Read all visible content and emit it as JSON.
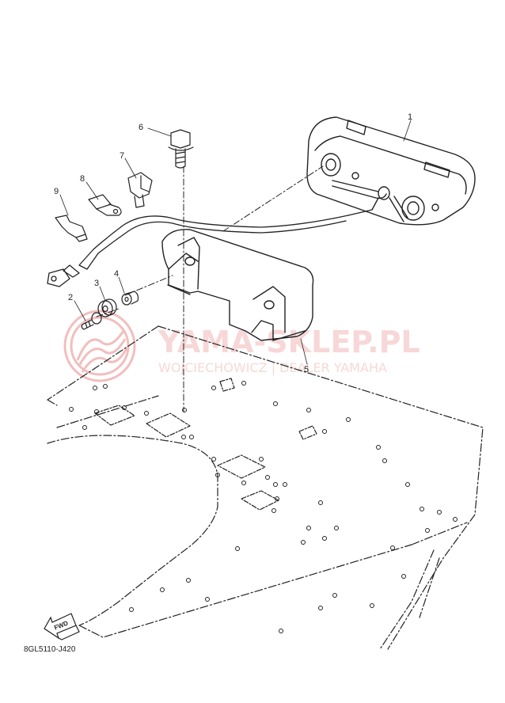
{
  "diagram": {
    "part_labels": [
      {
        "id": "p1",
        "text": "1"
      },
      {
        "id": "p2",
        "text": "2"
      },
      {
        "id": "p3",
        "text": "3"
      },
      {
        "id": "p4",
        "text": "4"
      },
      {
        "id": "p5",
        "text": "5"
      },
      {
        "id": "p6",
        "text": "6"
      },
      {
        "id": "p7",
        "text": "7"
      },
      {
        "id": "p8",
        "text": "8"
      },
      {
        "id": "p9",
        "text": "9"
      }
    ],
    "fwd_label": "FWD",
    "drawing_code": "8GL5110-J420"
  },
  "watermark": {
    "title": "YAMA-SKLEP.PL",
    "subtitle": "WOJCIECHOWICZ | DEALER YAMAHA",
    "color": "#f2b8b8"
  },
  "colors": {
    "line": "#222222",
    "background": "#ffffff"
  }
}
